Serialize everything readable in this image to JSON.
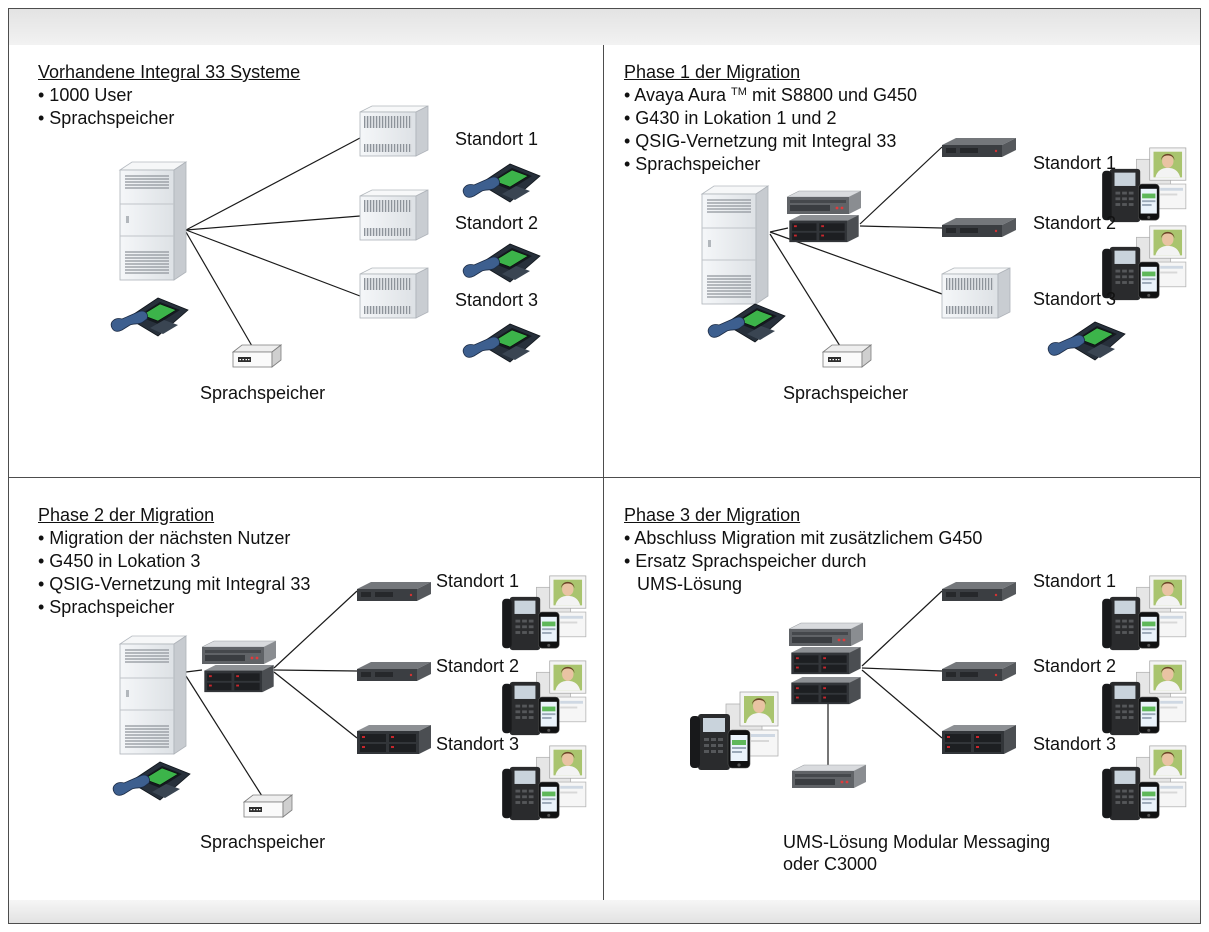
{
  "colors": {
    "frame": "#4d4d4d",
    "band": "#e8e8e8",
    "text": "#111111",
    "phone_display": "#3cb44a"
  },
  "icons": {
    "pbx": "integral-33-cabinet-icon",
    "extension_cabinet": "extension-cabinet-icon",
    "gateway_g430": "g430-gateway-icon",
    "gateway_g450": "g450-gateway-icon",
    "server": "s8800-server-icon",
    "voicemail": "voicemail-box-icon",
    "legacy_phone": "legacy-phone-icon",
    "ip_endpoints": "ip-phone-cluster-icon",
    "ums_server": "ums-server-icon"
  },
  "panels": [
    {
      "title": "Vorhandene Integral 33 Systeme",
      "bullets": [
        "• 1000 User",
        "• Sprachspeicher"
      ],
      "sites": [
        "Standort 1",
        "Standort 2",
        "Standort 3"
      ],
      "caption": [
        "Sprachspeicher"
      ]
    },
    {
      "title": "Phase 1 der Migration",
      "bullets": [
        {
          "pre": "• Avaya Aura ",
          "sup": "TM",
          "post": " mit S8800 und G450"
        },
        "• G430 in Lokation 1 und 2",
        "• QSIG-Vernetzung mit Integral 33",
        "• Sprachspeicher"
      ],
      "sites": [
        "Standort 1",
        "Standort 2",
        "Standort 3"
      ],
      "caption": [
        "Sprachspeicher"
      ]
    },
    {
      "title": "Phase 2 der Migration",
      "bullets": [
        "• Migration der nächsten Nutzer",
        "• G450 in Lokation 3",
        "• QSIG-Vernetzung mit Integral 33",
        "• Sprachspeicher"
      ],
      "sites": [
        "Standort 1",
        "Standort 2",
        "Standort 3"
      ],
      "caption": [
        "Sprachspeicher"
      ]
    },
    {
      "title": "Phase 3 der Migration",
      "bullets": [
        "• Abschluss Migration mit zusätzlichem G450",
        "• Ersatz Sprachspeicher durch"
      ],
      "continuation": "UMS-Lösung",
      "sites": [
        "Standort 1",
        "Standort 2",
        "Standort 3"
      ],
      "caption": [
        "UMS-Lösung Modular Messaging",
        "oder C3000"
      ]
    }
  ]
}
